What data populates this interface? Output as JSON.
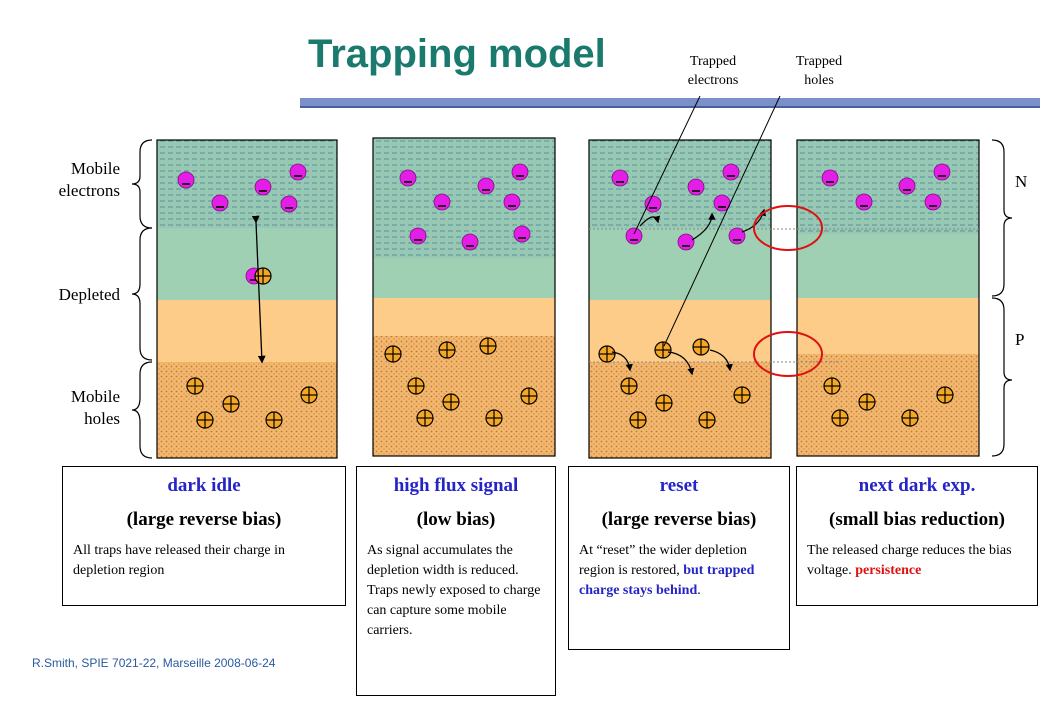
{
  "title": "Trapping model",
  "footer": "R.Smith, SPIE 7021-22, Marseille 2008-06-24",
  "side_labels": {
    "mobile_electrons": "Mobile\nelectrons",
    "depleted": "Depleted",
    "mobile_holes": "Mobile\nholes"
  },
  "trap_labels": {
    "trapped_electrons": "Trapped\nelectrons",
    "trapped_holes": "Trapped\nholes"
  },
  "np_labels": {
    "n": "N",
    "p": "P"
  },
  "panels": [
    {
      "heading": "dark idle",
      "subheading": "(large reverse bias)",
      "body": "All traps have released their charge in depletion region"
    },
    {
      "heading": "high flux signal",
      "subheading": "(low bias)",
      "body": "As signal accumulates the depletion width is reduced. Traps newly exposed to charge can capture some mobile carriers."
    },
    {
      "heading": "reset",
      "subheading": "(large reverse bias)",
      "body_start": "At “reset” the  wider depletion region is restored, ",
      "body_highlight": "but trapped charge stays behind",
      "body_end": "."
    },
    {
      "heading": "next dark exp.",
      "subheading": "(small bias reduction)",
      "body_start": "The released charge reduces the bias voltage. ",
      "body_highlight": "persistence"
    }
  ],
  "colors": {
    "title": "#1a7a6e",
    "electron": "#e41ee6",
    "hole": "#f5a623",
    "n_mobile": "#96c8b4",
    "n_depleted": "#a0d0b4",
    "p_depleted": "#fccc88",
    "p_mobile": "#f3b870",
    "highlight_blue": "#2424c8",
    "highlight_red": "#e01010",
    "circle": "#e01010"
  }
}
